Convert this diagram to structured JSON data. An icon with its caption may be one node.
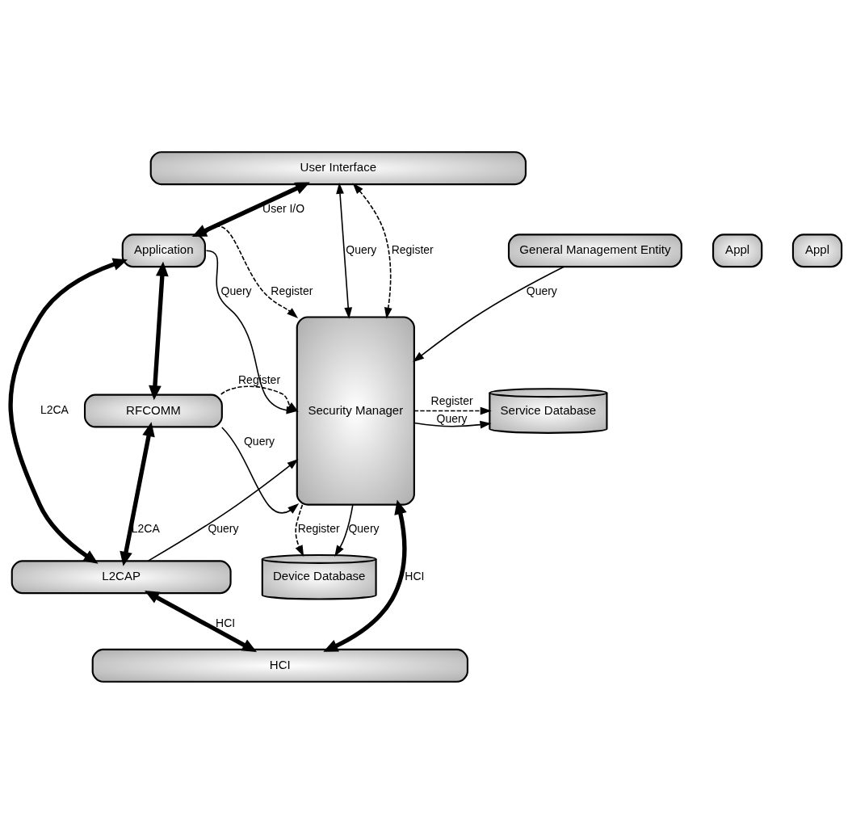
{
  "diagram": {
    "nodes": [
      {
        "text": [
          "User Interface"
        ]
      },
      {
        "text": [
          "Appl"
        ]
      },
      {
        "text": [
          "Appl"
        ]
      },
      {
        "text": [
          "Application"
        ]
      },
      {
        "text": [
          "RFCOMM"
        ]
      },
      {
        "text": [
          "L2CAP"
        ]
      },
      {
        "text": [
          "HCI"
        ]
      },
      {
        "text": [
          "Security Manager"
        ]
      },
      {
        "text": [
          "General Management Entity"
        ]
      },
      {
        "text": [
          "Service Database"
        ]
      },
      {
        "text": [
          "Device Database"
        ]
      }
    ],
    "edges": [
      {
        "from": 0,
        "to": 3,
        "arrow": "both",
        "label": "User I/O",
        "style": "thick"
      },
      {
        "from": 7,
        "to": 0,
        "arrow": "both",
        "label": "Query"
      },
      {
        "from": 7,
        "to": 0,
        "arrow": "both",
        "label": "Register",
        "style": "dashed"
      },
      {
        "from": 3,
        "to": 7,
        "arrow": "to",
        "label": "Register",
        "style": "dashed"
      },
      {
        "from": 3,
        "to": 7,
        "arrow": "to",
        "label": "Query"
      },
      {
        "from": 8,
        "to": 7,
        "arrow": "to",
        "label": "Query"
      },
      {
        "from": 3,
        "to": 4,
        "arrow": "both",
        "style": "thick"
      },
      {
        "from": 3,
        "to": 5,
        "arrow": "both",
        "label": "L2CA",
        "style": "thick"
      },
      {
        "from": 4,
        "to": 7,
        "arrow": "to",
        "label": "Register",
        "style": "dashed"
      },
      {
        "from": 4,
        "to": 7,
        "arrow": "to",
        "label": "Query"
      },
      {
        "from": 7,
        "to": 9,
        "arrow": "to",
        "label": "Register",
        "style": "dashed"
      },
      {
        "from": 7,
        "to": 9,
        "arrow": "to",
        "label": "Query"
      },
      {
        "from": 4,
        "to": 5,
        "arrow": "both",
        "label": "L2CA",
        "style": "thick"
      },
      {
        "from": 7,
        "to": 10,
        "arrow": "to",
        "label": "Register",
        "style": "dashed"
      },
      {
        "from": 7,
        "to": 10,
        "arrow": "to",
        "label": "Query"
      },
      {
        "from": 5,
        "to": 7,
        "arrow": "to",
        "label": "Query"
      },
      {
        "from": 5,
        "to": 6,
        "arrow": "both",
        "label": "HCI",
        "style": "thick"
      },
      {
        "from": 7,
        "to": 6,
        "arrow": "both",
        "label": "HCI",
        "style": "thick"
      }
    ]
  }
}
